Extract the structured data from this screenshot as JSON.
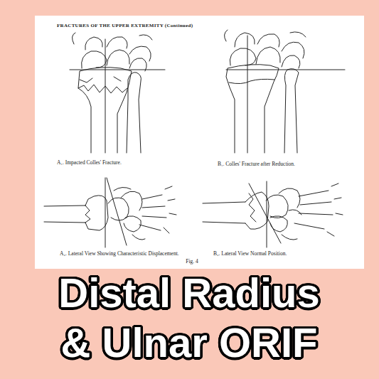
{
  "diagram": {
    "title": "Distal Radius & Ulnar ORIF",
    "caption": "Fig. 4",
    "labels": [
      "FRACTURES OF THE UPPER EXTREMITY (Continued)",
      "A₁. Impacted Colles' Fracture.",
      "B₁. Colles' Fracture after Reduction.",
      "A₂. Lateral View Showing Characteristic Displacement.",
      "B₂. Lateral View Normal Position."
    ]
  }
}
